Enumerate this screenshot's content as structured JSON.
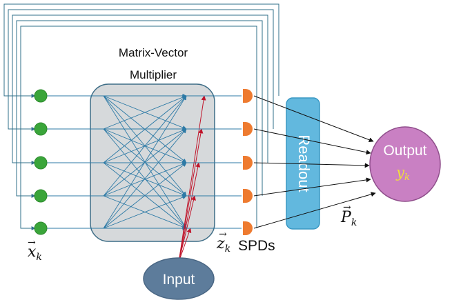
{
  "title": {
    "line1": "Matrix-Vector",
    "line2": "Multiplier"
  },
  "readout_label": "Readout",
  "output_label": "Output",
  "output_symbol": "y",
  "output_symbol_sub": "k",
  "input_label": "Input",
  "spd_label": "SPDs",
  "x_symbol": "x",
  "x_sub": "k",
  "z_symbol": "z",
  "z_sub": "k",
  "p_symbol": "P",
  "p_sub": "k",
  "vector_arrow": "→",
  "channel_count": 5,
  "colors": {
    "feedback_line": "#2f6f8a",
    "node_green": "#3aa53a",
    "node_green_stroke": "#2e8b2e",
    "spd_orange": "#ee7b30",
    "matrix_fill": "#d6d9db",
    "matrix_stroke": "#3f6e87",
    "mesh_line": "#2d7aa6",
    "input_arrow": "#c0142a",
    "readout_fill": "#62b8de",
    "readout_stroke": "#3a98c4",
    "output_fill": "#c980c3",
    "output_stroke": "#8f4e8b",
    "input_fill": "#5d7c9b",
    "input_stroke": "#4a6784",
    "output_symbol_color": "#f1df3a",
    "black": "#111111"
  }
}
